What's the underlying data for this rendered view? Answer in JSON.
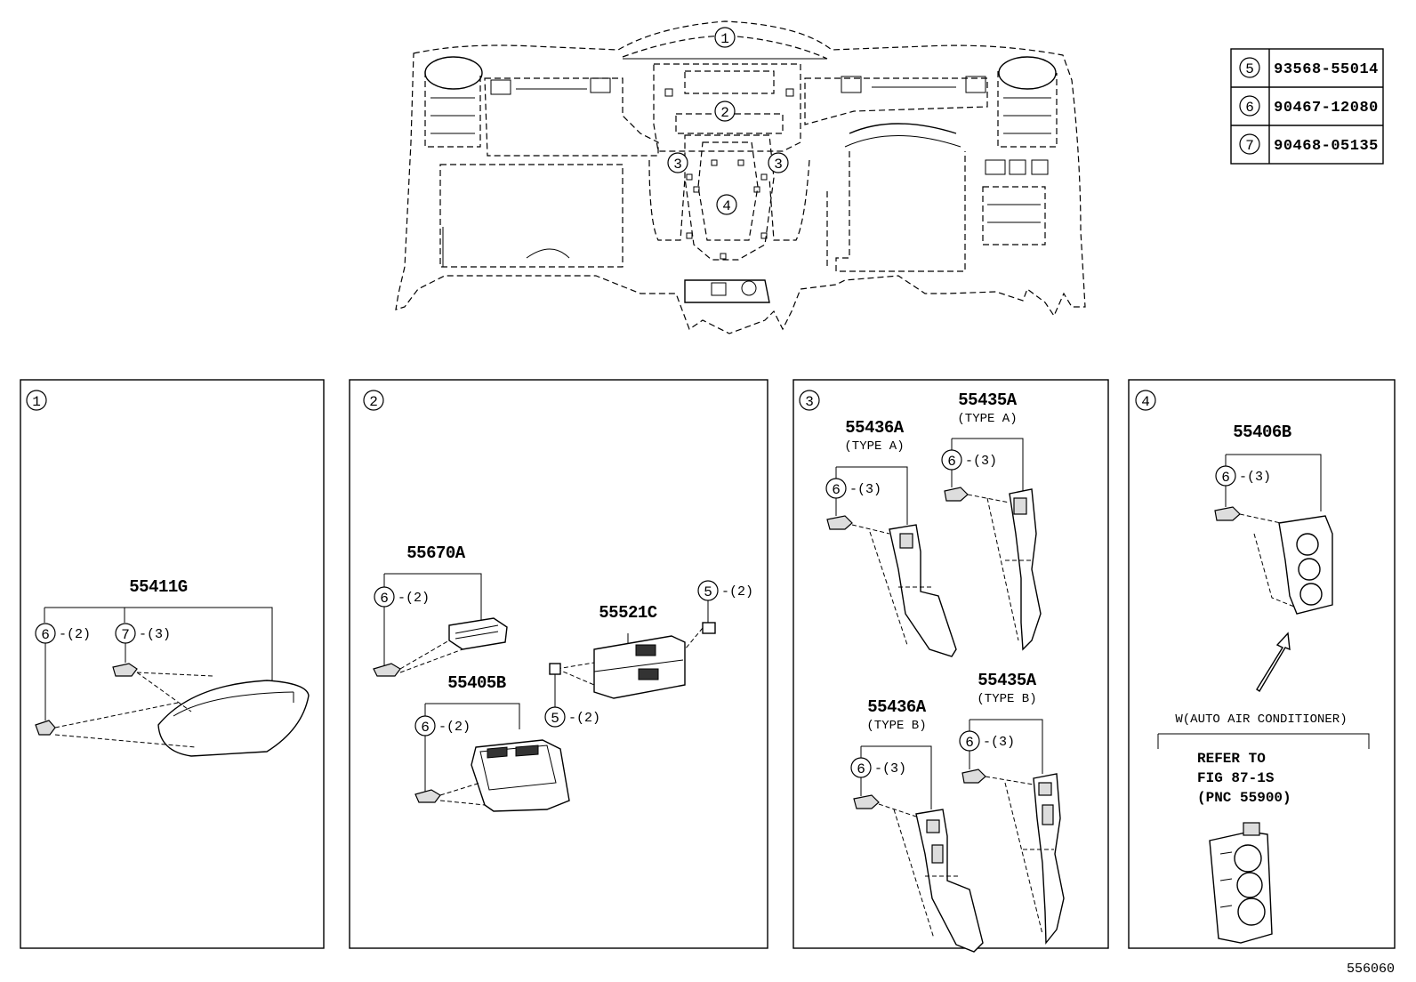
{
  "overview": {
    "markers": {
      "m1": "1",
      "m2": "2",
      "m3a": "3",
      "m3b": "3",
      "m4": "4"
    }
  },
  "fastener_table": [
    {
      "ref": "5",
      "part": "93568-55014"
    },
    {
      "ref": "6",
      "part": "90467-12080"
    },
    {
      "ref": "7",
      "part": "90468-05135"
    }
  ],
  "panel1": {
    "num": "1",
    "assembly": "55411G",
    "c1": "6",
    "c1_qty": "-(2)",
    "c2": "7",
    "c2_qty": "-(3)"
  },
  "panel2": {
    "num": "2",
    "p1": "55670A",
    "p1_c": "6",
    "p1_qty": "-(2)",
    "p2": "55405B",
    "p2_c": "6",
    "p2_qty": "-(2)",
    "p3": "55521C",
    "p3_ca": "5",
    "p3_qa": "-(2)",
    "p3_cb": "5",
    "p3_qb": "-(2)"
  },
  "panel3": {
    "num": "3",
    "p1": "55436A",
    "p1_type": "(TYPE A)",
    "p1_c": "6",
    "p1_qty": "-(3)",
    "p2": "55435A",
    "p2_type": "(TYPE A)",
    "p2_c": "6",
    "p2_qty": "-(3)",
    "p3": "55436A",
    "p3_type": "(TYPE B)",
    "p3_c": "6",
    "p3_qty": "-(3)",
    "p4": "55435A",
    "p4_type": "(TYPE B)",
    "p4_c": "6",
    "p4_qty": "-(3)"
  },
  "panel4": {
    "num": "4",
    "assembly": "55406B",
    "c": "6",
    "qty": "-(3)",
    "variant": "W(AUTO AIR CONDITIONER)",
    "ref_lines": [
      "REFER TO",
      "FIG 87-1S",
      "(PNC 55900)"
    ]
  },
  "figure_id": "556060"
}
